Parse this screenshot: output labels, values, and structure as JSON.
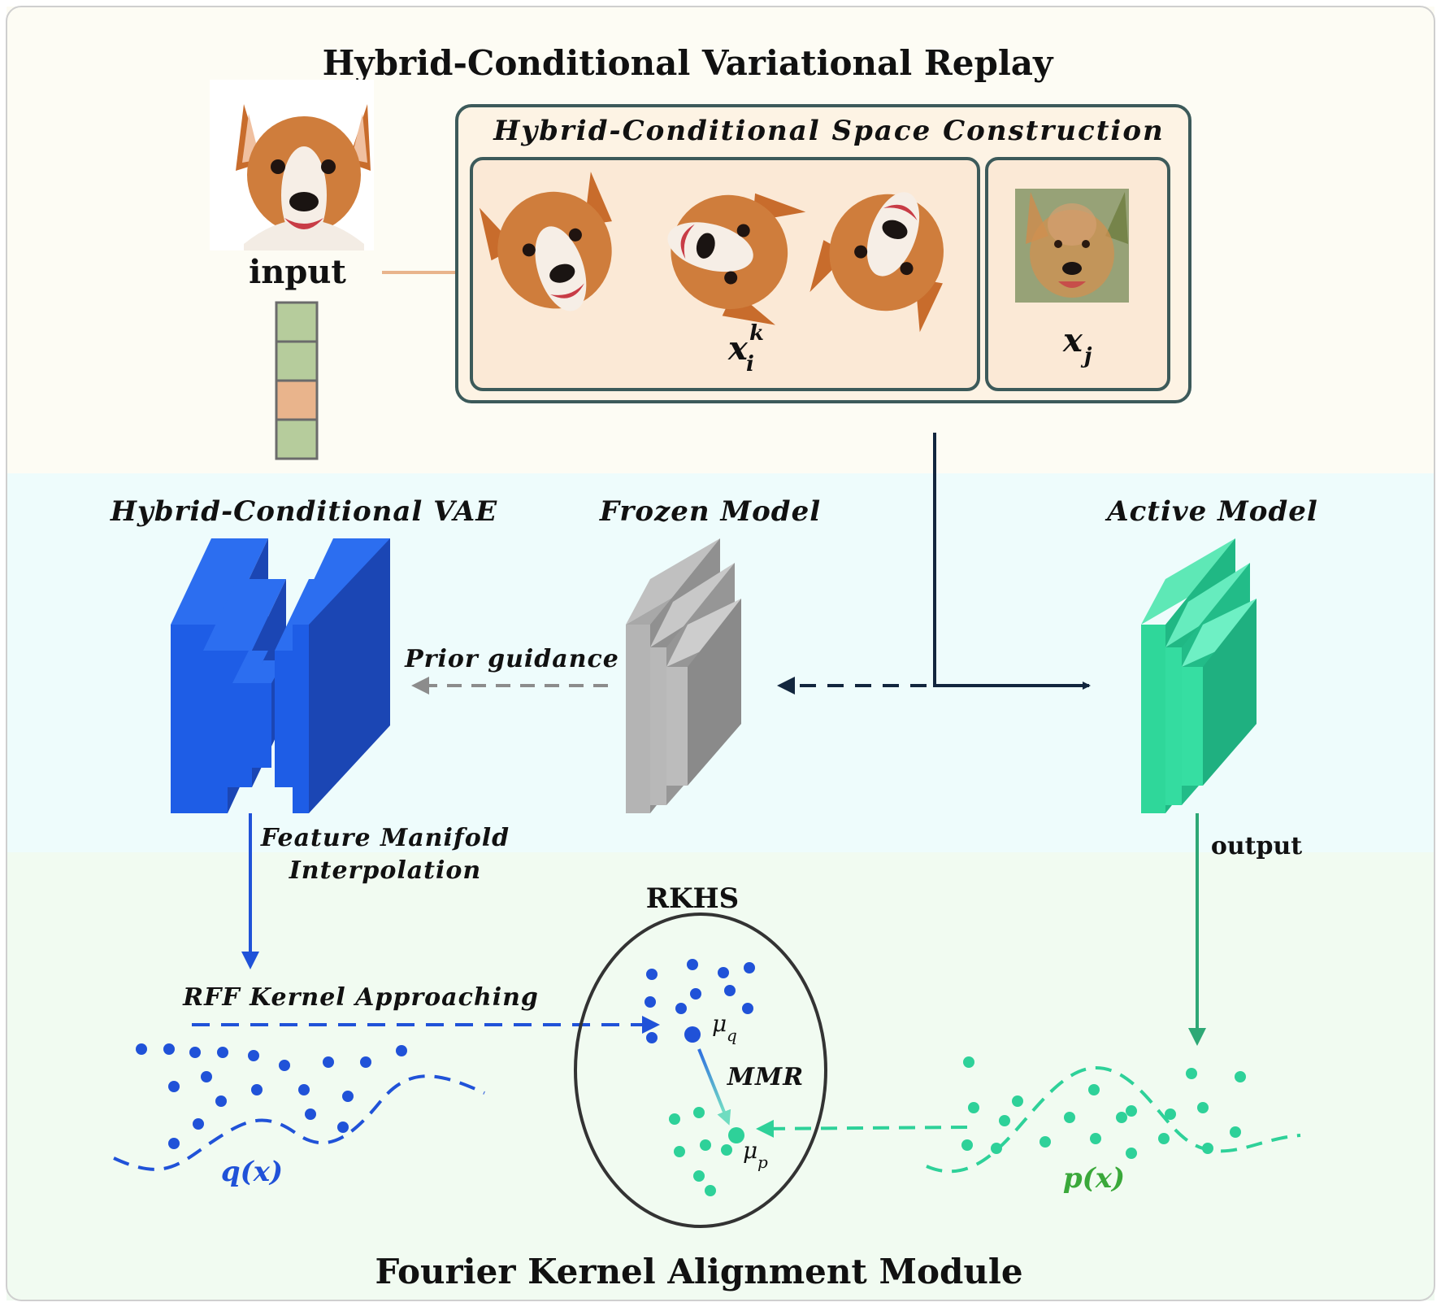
{
  "top_title": "Hybrid-Conditional Variational Replay",
  "bottom_title": "Fourier Kernel Alignment Module",
  "input_label": "input",
  "space_box": {
    "title": "Hybrid-Conditional Space Construction",
    "augmented_symbol": "x",
    "augmented_sup": "k",
    "augmented_sub": "i",
    "mixed_symbol": "x",
    "mixed_sub": "j"
  },
  "models": {
    "vae": "Hybrid-Conditional VAE",
    "frozen": "Frozen Model",
    "active": "Active Model"
  },
  "edges": {
    "prior_guidance": "Prior guidance",
    "feature_interp_line1": "Feature Manifold",
    "feature_interp_line2": "Interpolation",
    "output": "output",
    "rff": "RFF Kernel Approaching",
    "mmr": "MMR"
  },
  "rkhs": {
    "label": "RKHS",
    "mu_q_symbol": "μ",
    "mu_q_sub": "q",
    "mu_p_symbol": "μ",
    "mu_p_sub": "p"
  },
  "distributions": {
    "q": "q(x)",
    "p": "p(x)"
  },
  "colors": {
    "top_band": "#fdfcf4",
    "middle_band": "#eefcfc",
    "bottom_band": "#f1fbf1",
    "blue": "#2052d8",
    "green": "#2ed199",
    "grey": "#8c8c8c",
    "navy": "#12263e",
    "orange": "#e9b48c"
  }
}
